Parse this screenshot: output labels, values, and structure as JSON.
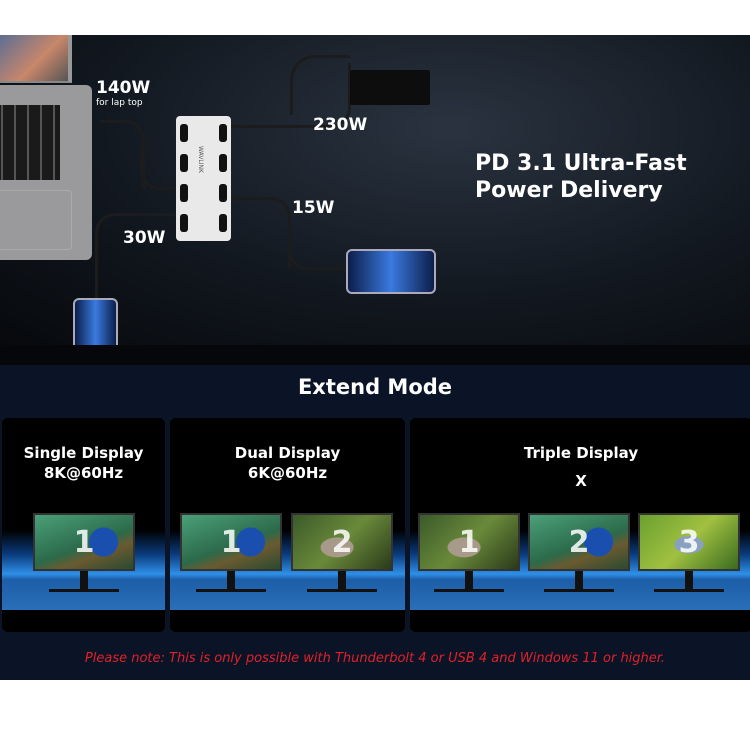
{
  "power": {
    "laptop_watt": "140W",
    "laptop_sub": "for lap top",
    "psu_watt": "230W",
    "phone_right_watt": "15W",
    "phone_left_watt": "30W",
    "headline_line1": "PD 3.1 Ultra-Fast",
    "headline_line2": "Power Delivery",
    "hub_brand": "WAVLINK"
  },
  "extend": {
    "title": "Extend Mode",
    "panels": [
      {
        "title": "Single Display",
        "spec": "8K@60Hz",
        "screens": [
          "1"
        ]
      },
      {
        "title": "Dual Display",
        "spec": "6K@60Hz",
        "screens": [
          "1",
          "2"
        ]
      },
      {
        "title": "Triple Display",
        "spec": "X",
        "screens": [
          "1",
          "2",
          "3"
        ]
      }
    ],
    "note": "Please note: This is only possible with Thunderbolt 4 or USB 4 and Windows 11 or higher.",
    "note_color": "#e0202a"
  }
}
